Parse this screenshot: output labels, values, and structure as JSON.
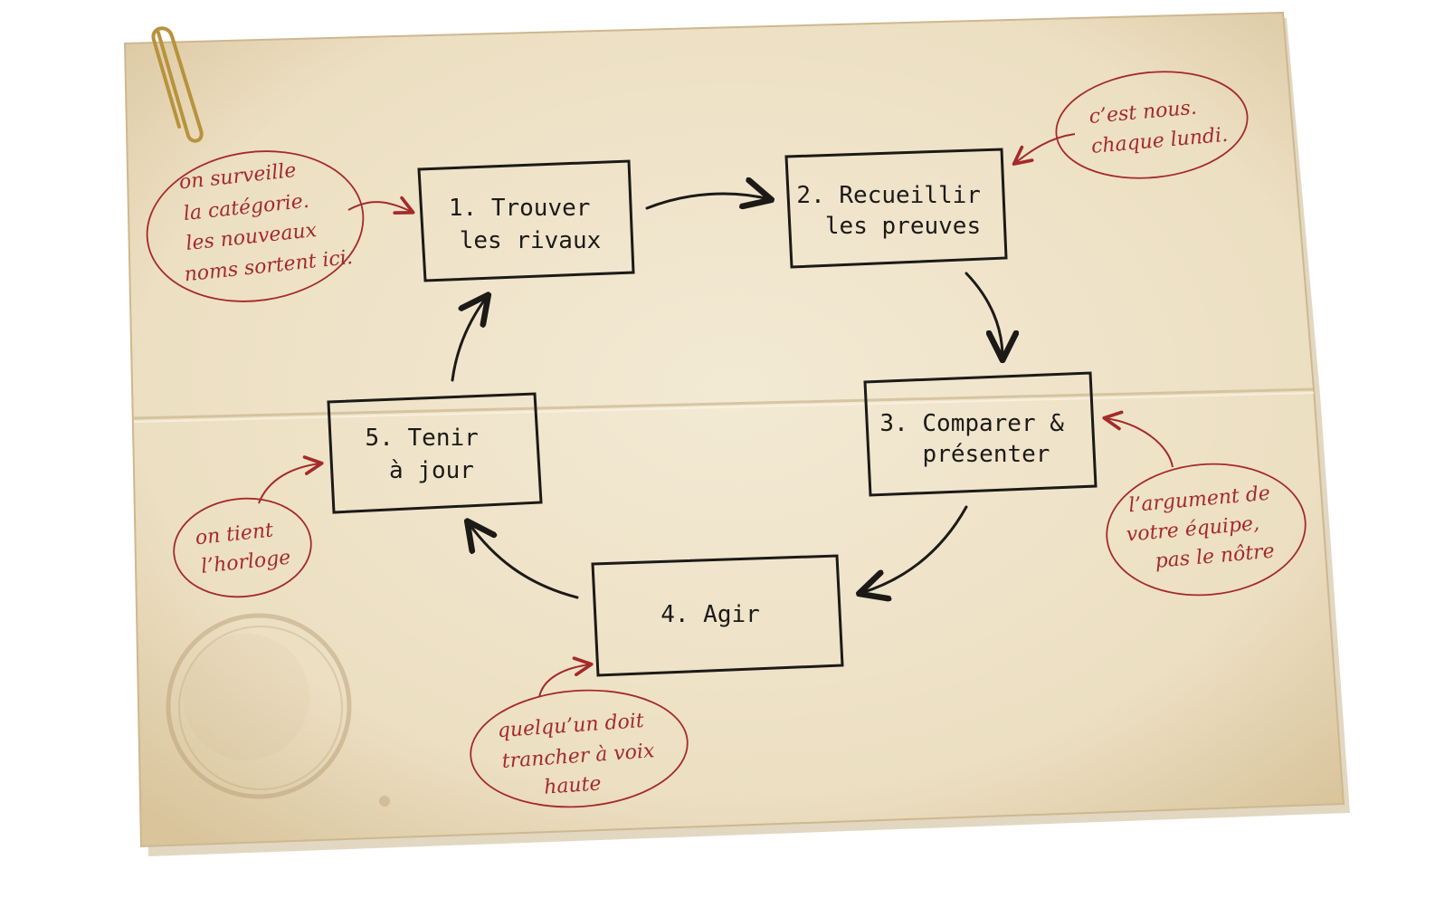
{
  "diagram": {
    "steps": [
      {
        "id": "step-1",
        "lines": [
          "1. Trouver",
          "les rivaux"
        ]
      },
      {
        "id": "step-2",
        "lines": [
          "2. Recueillir",
          "les preuves"
        ]
      },
      {
        "id": "step-3",
        "lines": [
          "3. Comparer &",
          "présenter"
        ]
      },
      {
        "id": "step-4",
        "lines": [
          "4. Agir"
        ]
      },
      {
        "id": "step-5",
        "lines": [
          "5. Tenir",
          "à jour"
        ]
      }
    ],
    "annotations": [
      {
        "target": "step-1",
        "lines": [
          "on surveille",
          "la catégorie.",
          "les nouveaux",
          "noms sortent ici."
        ]
      },
      {
        "target": "step-2",
        "lines": [
          "c’est nous.",
          "chaque lundi."
        ]
      },
      {
        "target": "step-3",
        "lines": [
          "l’argument de",
          "votre équipe,",
          "pas le nôtre"
        ]
      },
      {
        "target": "step-4",
        "lines": [
          "quelqu’un doit",
          "trancher à voix",
          "haute"
        ]
      },
      {
        "target": "step-5",
        "lines": [
          "on tient",
          "l’horloge"
        ]
      }
    ]
  },
  "colors": {
    "paper": "#efe3c8",
    "paper_shadow": "#d8c7a3",
    "ink": "#1c1a17",
    "note_ink": "#a42a2a",
    "paperclip": "#b8923c",
    "coffee_stain": "#b39a72"
  }
}
